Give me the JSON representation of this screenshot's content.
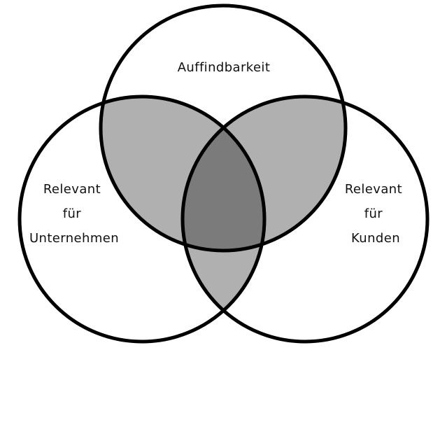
{
  "diagram": {
    "type": "venn",
    "sets": [
      {
        "id": "auffindbarkeit",
        "label_lines": [
          "Auffindbarkeit"
        ]
      },
      {
        "id": "unternehmen",
        "label_lines": [
          "Relevant",
          "für",
          "Unternehmen"
        ]
      },
      {
        "id": "kunden",
        "label_lines": [
          "Relevant",
          "für",
          "Kunden"
        ]
      }
    ],
    "colors": {
      "background": "#ffffff",
      "outline": "#000000",
      "pair_overlap": "#b0b0b0",
      "triple_overlap": "#7b7b7b"
    }
  }
}
